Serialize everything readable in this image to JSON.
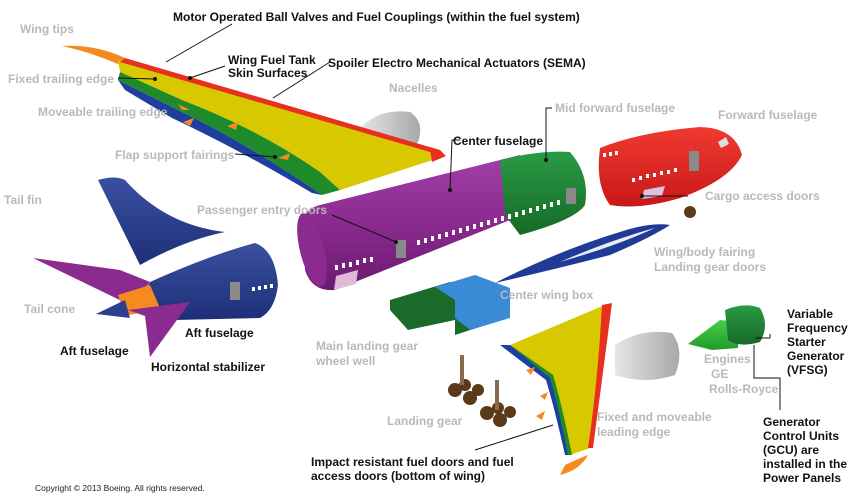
{
  "title": "Boeing 787 structural components exploded view",
  "colors": {
    "wing_yellow": "#d8c800",
    "wing_blue": "#1e3f9e",
    "wing_green": "#1f8a2a",
    "leading_edge_red": "#e83020",
    "tip_orange": "#f58a1f",
    "center_fuselage_purple": "#8b2a8f",
    "mid_forward_green": "#1f8a3a",
    "forward_fuselage_red": "#e02525",
    "aft_blue": "#2a3f8e",
    "stabilizer_purple": "#8b2a8f",
    "nacelle_grey": "#c9c9c9",
    "wingbox_blue": "#3a8ad6",
    "wingbox_green": "#1a6a2a",
    "vfsg_green": "#2fbf3a",
    "gear_brown": "#6a4a2a",
    "grey_label": "#b9b9b9",
    "black_label": "#111111"
  },
  "labels": {
    "wing_tips": "Wing tips",
    "motor_valves": "Motor Operated Ball Valves and Fuel Couplings  (within the fuel system)",
    "fixed_trailing_edge": "Fixed trailing edge",
    "wing_fuel_tank_1": "Wing Fuel Tank",
    "wing_fuel_tank_2": "Skin Surfaces",
    "sema": "Spoiler Electro Mechanical Actuators  (SEMA)",
    "moveable_trailing_edge": "Moveable trailing edge",
    "nacelles": "Nacelles",
    "mid_forward_fuselage": "Mid forward fuselage",
    "forward_fuselage": "Forward fuselage",
    "center_fuselage": "Center fuselage",
    "flap_support_fairings": "Flap support  fairings",
    "tail_fin": "Tail fin",
    "cargo_access_doors": "Cargo access  doors",
    "passenger_entry_doors": "Passenger entry doors",
    "wing_body_fairing": "Wing/body fairing",
    "landing_gear_doors": "Landing gear doors",
    "tail_cone": "Tail cone",
    "center_wing_box": "Center wing box",
    "aft_fuselage_right": "Aft fuselage",
    "aft_fuselage_left": "Aft fuselage",
    "main_landing_gear_1": "Main landing gear",
    "main_landing_gear_2": "wheel well",
    "horizontal_stabilizer": "Horizontal stabilizer",
    "engines": "Engines",
    "engines_ge": "GE",
    "engines_rr": "Rolls-Royce",
    "vfsg_1": "Variable",
    "vfsg_2": "Frequency",
    "vfsg_3": "Starter",
    "vfsg_4": "Generator",
    "vfsg_5": "(VFSG)",
    "landing_gear": "Landing gear",
    "fixed_moveable_le_1": "Fixed and moveable",
    "fixed_moveable_le_2": "leading edge",
    "gcu_1": "Generator",
    "gcu_2": "Control Units",
    "gcu_3": "(GCU)  are",
    "gcu_4": "installed in the",
    "gcu_5": "Power Panels",
    "impact_doors_1": "Impact resistant  fuel doors and fuel",
    "impact_doors_2": "access  doors (bottom  of wing)"
  },
  "copyright": "Copyright © 2013 Boeing. All rights reserved."
}
